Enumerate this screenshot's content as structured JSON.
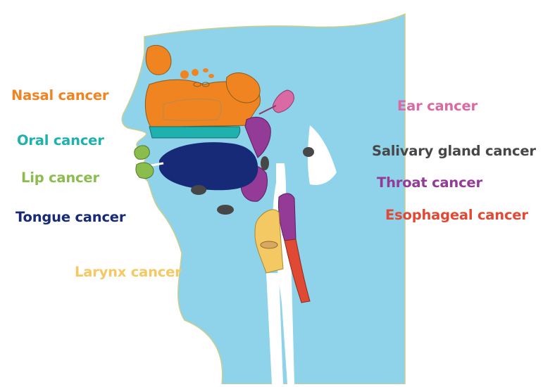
{
  "labels": {
    "nasal": "Nasal cancer",
    "oral": "Oral cancer",
    "lip": "Lip cancer",
    "tongue": "Tongue cancer",
    "larynx": "Larynx cancer",
    "ear": "Ear cancer",
    "salivary": "Salivary gland cancer",
    "throat": "Throat cancer",
    "esophageal": "Esophageal cancer"
  },
  "colors": {
    "background": "#ffffff",
    "body": "#8fd3ea",
    "outline": "#c7cf8f",
    "nasal": "#ef8420",
    "oral": "#1eb1ad",
    "lip": "#8bbd4e",
    "tongue": "#172a78",
    "larynx": "#f4c862",
    "ear": "#d96aa4",
    "salivary": "#474747",
    "throat": "#943a97",
    "esophageal": "#e04a35"
  }
}
